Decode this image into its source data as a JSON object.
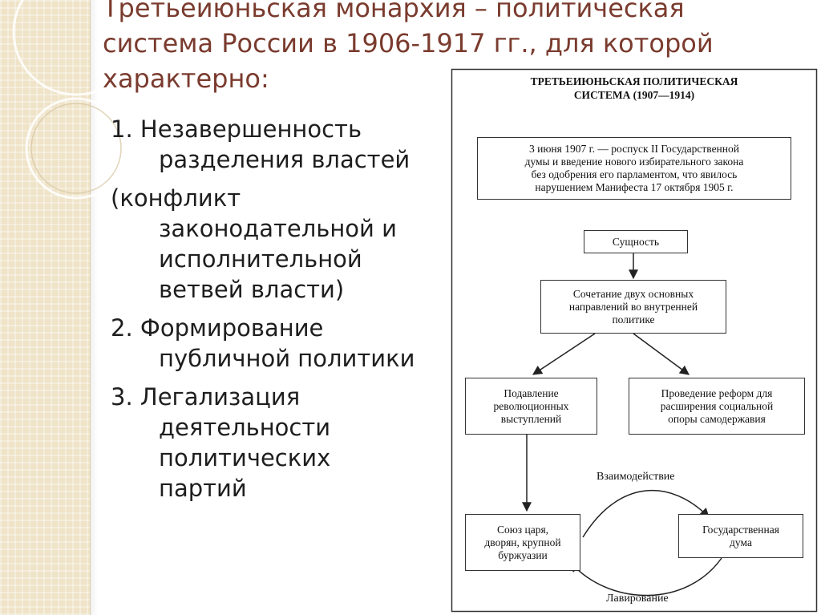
{
  "slide": {
    "title_lines": [
      "Третьеиюньская монархия – политическая",
      "система России в 1906-1917 гг., для которой",
      "характерно:"
    ],
    "body": [
      {
        "first": "1. Незавершенность",
        "cont": [
          "разделения властей"
        ]
      },
      {
        "first": "(конфликт",
        "cont": [
          "законодательной и",
          "исполнительной",
          "ветвей власти)"
        ]
      },
      {
        "first": "2. Формирование",
        "cont": [
          "публичной политики"
        ]
      },
      {
        "first": "3. Легализация",
        "cont": [
          "деятельности",
          "политических",
          "партий"
        ]
      }
    ]
  },
  "diagram": {
    "title_lines": [
      "ТРЕТЬЕИЮНЬСКАЯ ПОЛИТИЧЕСКАЯ",
      "СИСТЕМА (1907—1914)"
    ],
    "event_lines": [
      "3 июня 1907 г. — роспуск II Государственной",
      "думы и введение нового избирательного закона",
      "без одобрения его парламентом, что явилось",
      "нарушением Манифеста 17 октября 1905 г."
    ],
    "essence": "Сущность",
    "combination_lines": [
      "Сочетание двух основных",
      "направлений во внутренней",
      "политике"
    ],
    "suppression_lines": [
      "Подавление",
      "революционных",
      "выступлений"
    ],
    "reforms_lines": [
      "Проведение реформ для",
      "расширения социальной",
      "опоры самодержавия"
    ],
    "union_lines": [
      "Союз царя,",
      "дворян, крупной",
      "буржуазии"
    ],
    "duma_lines": [
      "Государственная",
      "дума"
    ],
    "interaction": "Взаимодействие",
    "maneuvering": "Лавирование"
  }
}
